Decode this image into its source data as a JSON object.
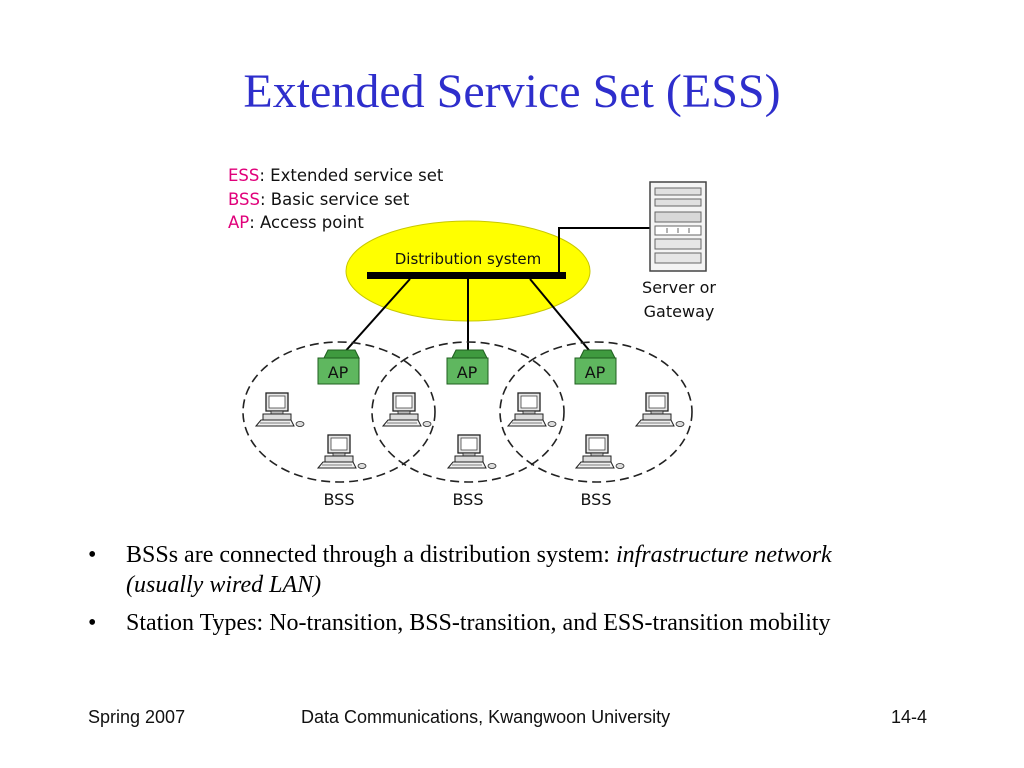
{
  "slide": {
    "title": "Extended Service Set (ESS)"
  },
  "legend": [
    {
      "abbr": "ESS",
      "text": ": Extended service set"
    },
    {
      "abbr": "BSS",
      "text": ": Basic service set"
    },
    {
      "abbr": "AP",
      "text": ": Access point"
    }
  ],
  "diagram": {
    "distribution_label": "Distribution system",
    "server_label_line1": "Server or",
    "server_label_line2": "Gateway",
    "ap_labels": [
      "AP",
      "AP",
      "AP"
    ],
    "bss_labels": [
      "BSS",
      "BSS",
      "BSS"
    ],
    "colors": {
      "distribution_fill": "#ffff00",
      "ap_fill": "#5fb75f",
      "legend_accent": "#e0007a",
      "title": "#2e2ecc"
    }
  },
  "bullets": [
    {
      "bullet": "•",
      "text": "BSSs are connected through a distribution system: ",
      "italic": "infrastructure network (usually wired LAN)"
    },
    {
      "bullet": "•",
      "text": "Station Types: No-transition, BSS-transition, and ESS-transition mobility",
      "italic": ""
    }
  ],
  "footer": {
    "left": "Spring 2007",
    "center": "Data Communications, Kwangwoon University",
    "right": "14-4"
  }
}
